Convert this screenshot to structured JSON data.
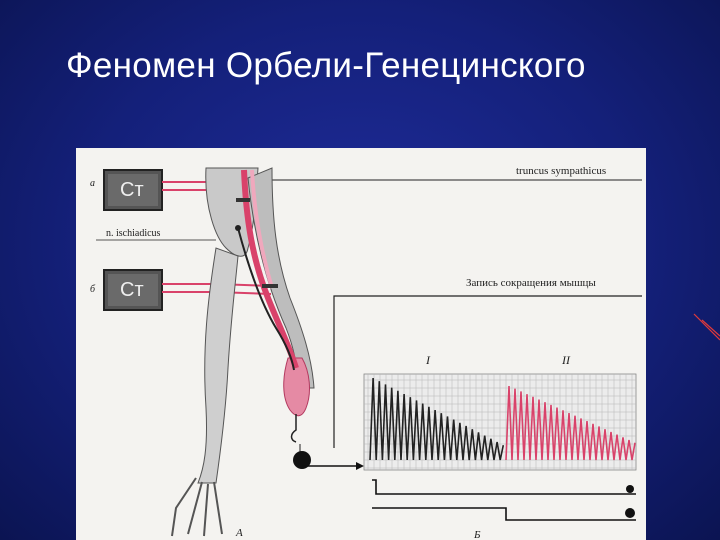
{
  "slide": {
    "title": "Феномен Орбели-Генецинского"
  },
  "figure": {
    "stimulator_top": {
      "letter": "а",
      "label": "Ст"
    },
    "stimulator_bottom": {
      "letter": "б",
      "label": "Ст"
    },
    "nerve_top": "truncus sympathicus",
    "nerve_mid": "n. ischiadicus",
    "record_title": "Запись сокращения мышцы",
    "phase_1": "I",
    "phase_2": "II",
    "panel_a": "А",
    "panel_b": "Б"
  },
  "colors": {
    "background": "#14207a",
    "paper": "#f4f3f0",
    "nerve_red": "#d9426a",
    "ink": "#222222"
  }
}
